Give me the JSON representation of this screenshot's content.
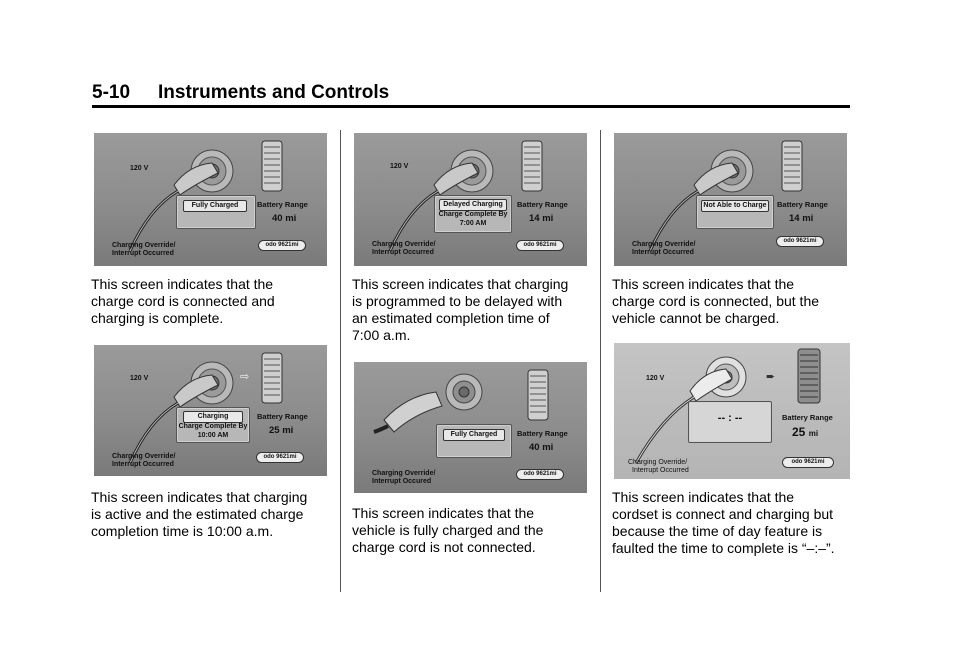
{
  "header": {
    "section": "5-10",
    "title": "Instruments and Controls"
  },
  "screen_common": {
    "voltage": "120 V",
    "override_line1": "Charging Override/",
    "override_line2": "Interrupt Occurred",
    "override_line2_alt": "Interrupt Occured",
    "battery_range_label": "Battery Range",
    "odo": "odo",
    "odo_value": "9621",
    "odo_unit": "mi"
  },
  "screens": [
    {
      "id": "fully-charged",
      "status": "Fully Charged",
      "sub1": "",
      "sub2": "",
      "range": "40 mi",
      "caption": [
        "This screen indicates that the",
        "charge cord is connected and",
        "charging is complete."
      ]
    },
    {
      "id": "charging",
      "status": "Charging",
      "sub1": "Charge Complete By",
      "sub2": "10:00 AM",
      "range": "25 mi",
      "caption": [
        "This screen indicates that charging",
        "is active and the estimated charge",
        "completion time is 10:00 a.m."
      ]
    },
    {
      "id": "delayed-charging",
      "status": "Delayed Charging",
      "sub1": "Charge Complete By",
      "sub2": "7:00 AM",
      "range": "14 mi",
      "caption": [
        "This screen indicates that charging",
        "is programmed to be delayed with",
        "an estimated completion time of",
        "7:00 a.m."
      ]
    },
    {
      "id": "not-connected",
      "status": "Fully Charged",
      "sub1": "",
      "sub2": "",
      "range": "40 mi",
      "caption": [
        "This screen indicates that the",
        "vehicle is fully charged and the",
        "charge cord is not connected."
      ]
    },
    {
      "id": "not-able",
      "status": "Not Able to Charge",
      "sub1": "",
      "sub2": "",
      "range": "14 mi",
      "caption": [
        "This screen indicates that the",
        "charge cord is connected, but the",
        "vehicle cannot be charged."
      ]
    },
    {
      "id": "time-fault",
      "status": "-- : --",
      "sub1": "",
      "sub2": "",
      "range_value": "25",
      "range_unit": "mi",
      "caption": [
        "This screen indicates that the",
        "cordset is connect and charging but",
        "because the time of day feature is",
        "faulted the time to complete is “–:–”."
      ]
    }
  ]
}
